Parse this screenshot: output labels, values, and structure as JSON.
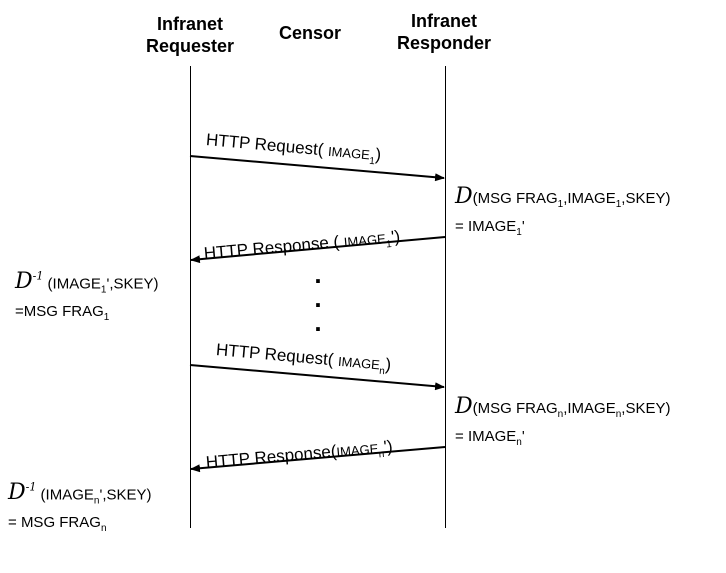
{
  "participants": {
    "requester": [
      "Infranet",
      "Requester"
    ],
    "censor": "Censor",
    "responder": [
      "Infranet",
      "Responder"
    ]
  },
  "messages": {
    "req1": {
      "label": "HTTP Request(",
      "arg": "IMAGE",
      "sub": "1",
      "close": ")"
    },
    "resp1": {
      "label": "HTTP Response (",
      "arg": "IMAGE",
      "sub": "1",
      "prime": "'",
      "close": ")"
    },
    "reqn": {
      "label": "HTTP Request(",
      "arg": "IMAGE",
      "sub": "n",
      "close": ")"
    },
    "respn": {
      "label": "HTTP Response(",
      "arg": "IMAGE",
      "sub": "n",
      "prime": "'",
      "close": ")"
    }
  },
  "notes": {
    "enc1": {
      "func": "D",
      "open": "(",
      "frag": "MSG FRAG",
      "sub": "1",
      "comma": ",",
      "img": "IMAGE",
      "imgsub": "1",
      "key": ",SKEY)",
      "eq": "=",
      "result": "IMAGE",
      "resultsub": "1",
      "resultprime": "'"
    },
    "dec1": {
      "func": "D",
      "inv": "-1",
      "open": "(",
      "img": "IMAGE",
      "imgsub": "1",
      "prime": "'",
      "key": ",SKEY)",
      "eq": "=",
      "result": "MSG FRAG",
      "resultsub": "1"
    },
    "encn": {
      "func": "D",
      "open": "(",
      "frag": "MSG FRAG",
      "sub": "n",
      "comma": ",",
      "img": "IMAGE",
      "imgsub": "n",
      "key": ",SKEY)",
      "eq": "=",
      "result": "IMAGE",
      "resultsub": "n",
      "resultprime": "'"
    },
    "decn": {
      "func": "D",
      "inv": "-1",
      "open": "(",
      "img": "IMAGE",
      "imgsub": "n",
      "prime": "'",
      "key": ",SKEY)",
      "eq": "=",
      "result": "MSG FRAG",
      "resultsub": "n"
    }
  },
  "ellipsis": ".\n.\n."
}
